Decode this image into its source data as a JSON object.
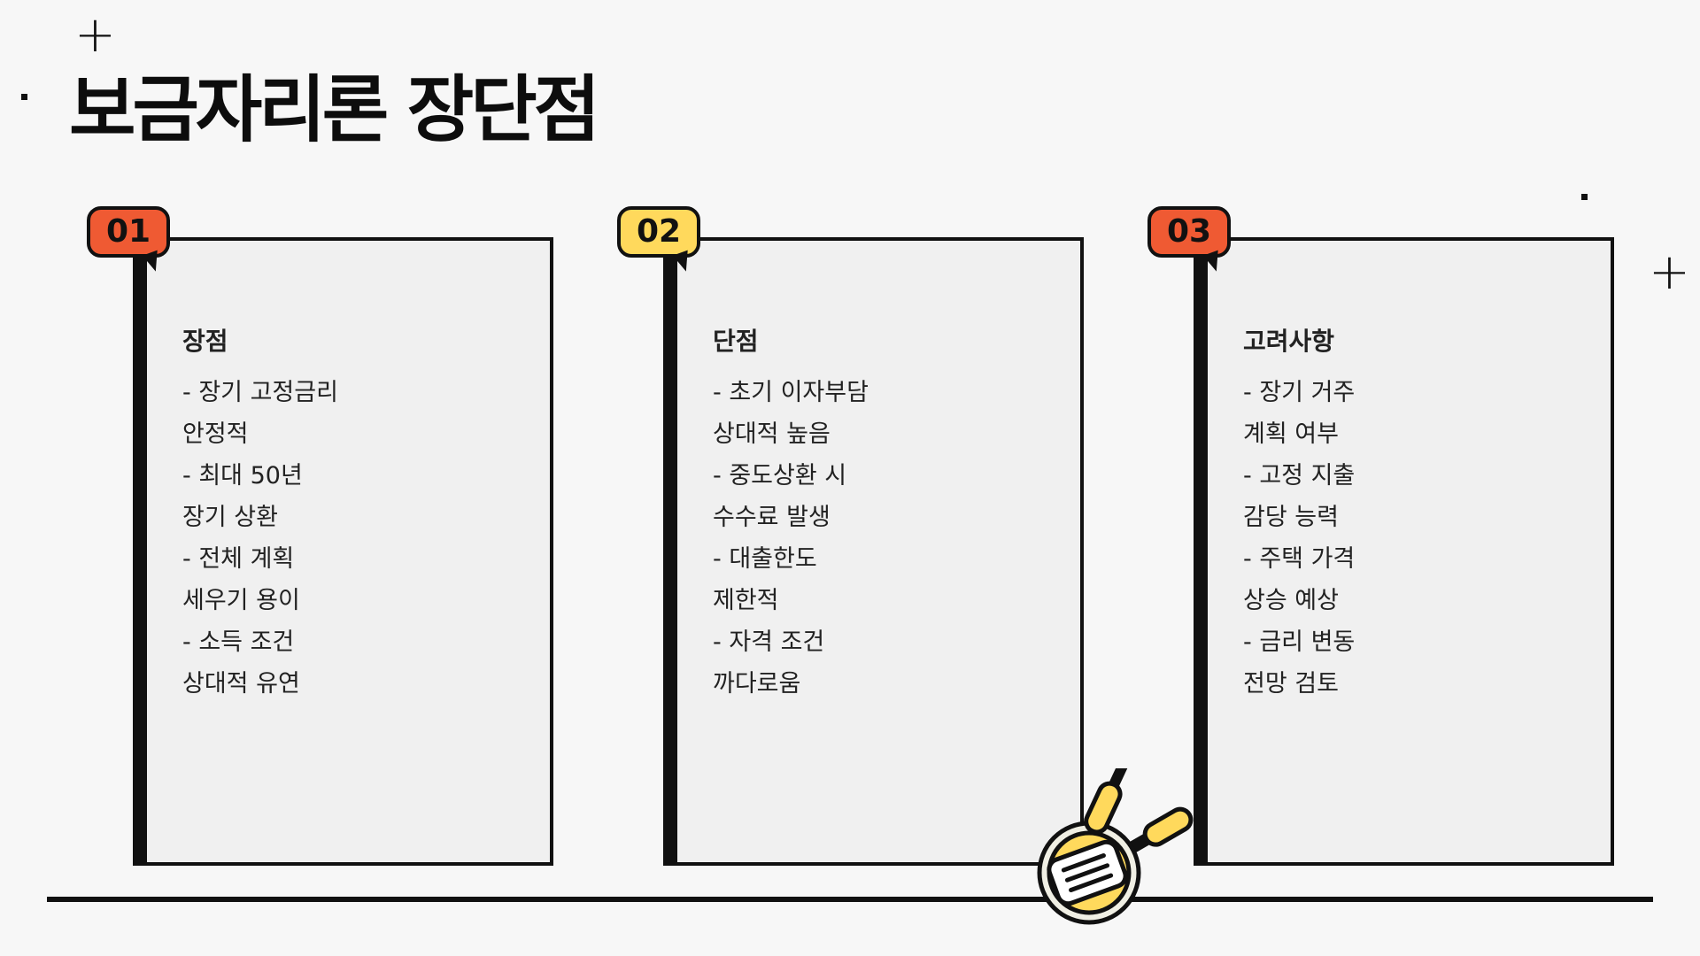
{
  "slide": {
    "title": "보금자리론 장단점"
  },
  "cards": [
    {
      "number": "01",
      "badge_color": "#ef5a33",
      "heading": "장점",
      "lines": [
        "- 장기 고정금리",
        "안정적",
        "- 최대 50년",
        "장기 상환",
        "- 전체 계획",
        "세우기 용이",
        "- 소득 조건",
        "상대적 유연"
      ]
    },
    {
      "number": "02",
      "badge_color": "#ffd95c",
      "heading": "단점",
      "lines": [
        "- 초기 이자부담",
        "상대적 높음",
        "- 중도상환 시",
        "수수료 발생",
        "- 대출한도",
        "제한적",
        "- 자격 조건",
        "까다로움"
      ]
    },
    {
      "number": "03",
      "badge_color": "#ef5a33",
      "heading": "고려사항",
      "lines": [
        "- 장기 거주",
        "계획 여부",
        "- 고정 지출",
        "감당 능력",
        "- 주택 가격",
        "상승 예상",
        "- 금리 변동",
        "전망 검토"
      ]
    }
  ],
  "icons": {
    "decorations": [
      "plus-icon",
      "dot-icon"
    ],
    "illustration": "frying-pan-spatula-icon"
  },
  "colors": {
    "background": "#f7f7f7",
    "card": "#f0f0f0",
    "accent_red": "#ef5a33",
    "accent_yellow": "#ffd95c",
    "ink": "#111111"
  }
}
